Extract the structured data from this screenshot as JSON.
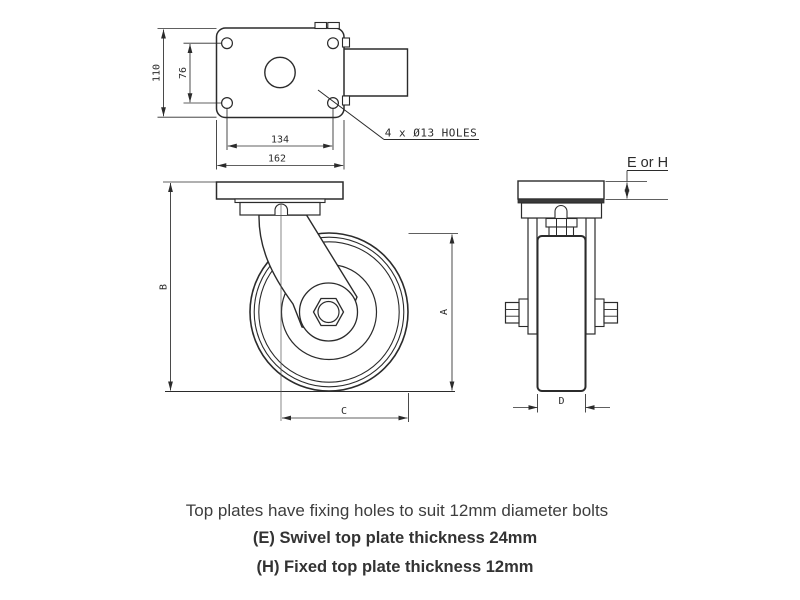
{
  "drawing": {
    "line_color": "#2b2b2b",
    "band_color": "#3a3a3a",
    "top_view": {
      "dim_height_outer": "110",
      "dim_height_holes": "76",
      "dim_width_holes": "134",
      "dim_width_outer": "162",
      "holes_note": "4 x Ø13 HOLES"
    },
    "side_view": {
      "dim_overall_height": "B",
      "dim_wheel_diameter": "A",
      "dim_swivel_radius": "C"
    },
    "front_view": {
      "dim_plate_thickness": "E or H",
      "dim_wheel_width": "D"
    }
  },
  "notes": {
    "bolt_note": "Top plates have fixing holes to suit 12mm diameter bolts",
    "swivel_note": "(E) Swivel top plate thickness 24mm",
    "fixed_note": "(H) Fixed top plate thickness 12mm"
  }
}
